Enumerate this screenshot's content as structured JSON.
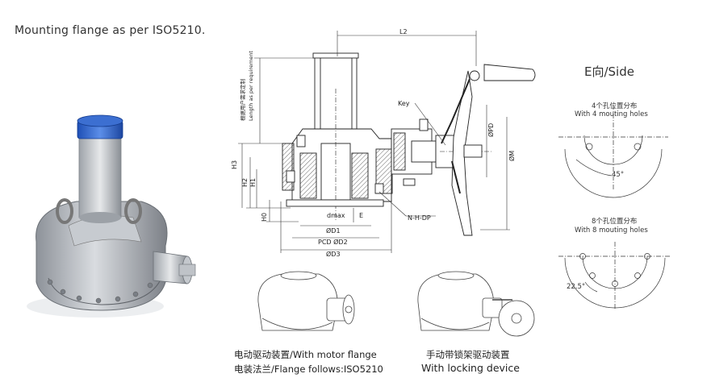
{
  "header": {
    "title": "Mounting flange as per ISO5210."
  },
  "side": {
    "title": "E向/Side",
    "four_holes_cn": "4个孔位置分布",
    "four_holes_en": "With 4 mouting holes",
    "angle_45": "45°",
    "eight_holes_cn": "8个孔位置分布",
    "eight_holes_en": "With 8 mouting holes",
    "angle_22": "22.5°"
  },
  "drawing": {
    "l2": "L2",
    "key": "Key",
    "length_note_cn": "根据用户需求定制",
    "length_note_en": "Length as per requirement",
    "h3": "H3",
    "h2": "H2",
    "h1": "H1",
    "h0": "H0",
    "dmax": "dmax",
    "e": "E",
    "d1": "ØD1",
    "pcd_d2": "PCD ØD2",
    "d3": "ØD3",
    "nhdp": "N-H-DP",
    "pd": "ØPD",
    "m": "ØM"
  },
  "captions": {
    "motor_line1": "电动驱动装置/With motor flange",
    "motor_line2": "电装法兰/Flange follows:ISO5210",
    "lock_line1": "手动带锁架驱动装置",
    "lock_line2": "With locking device"
  }
}
